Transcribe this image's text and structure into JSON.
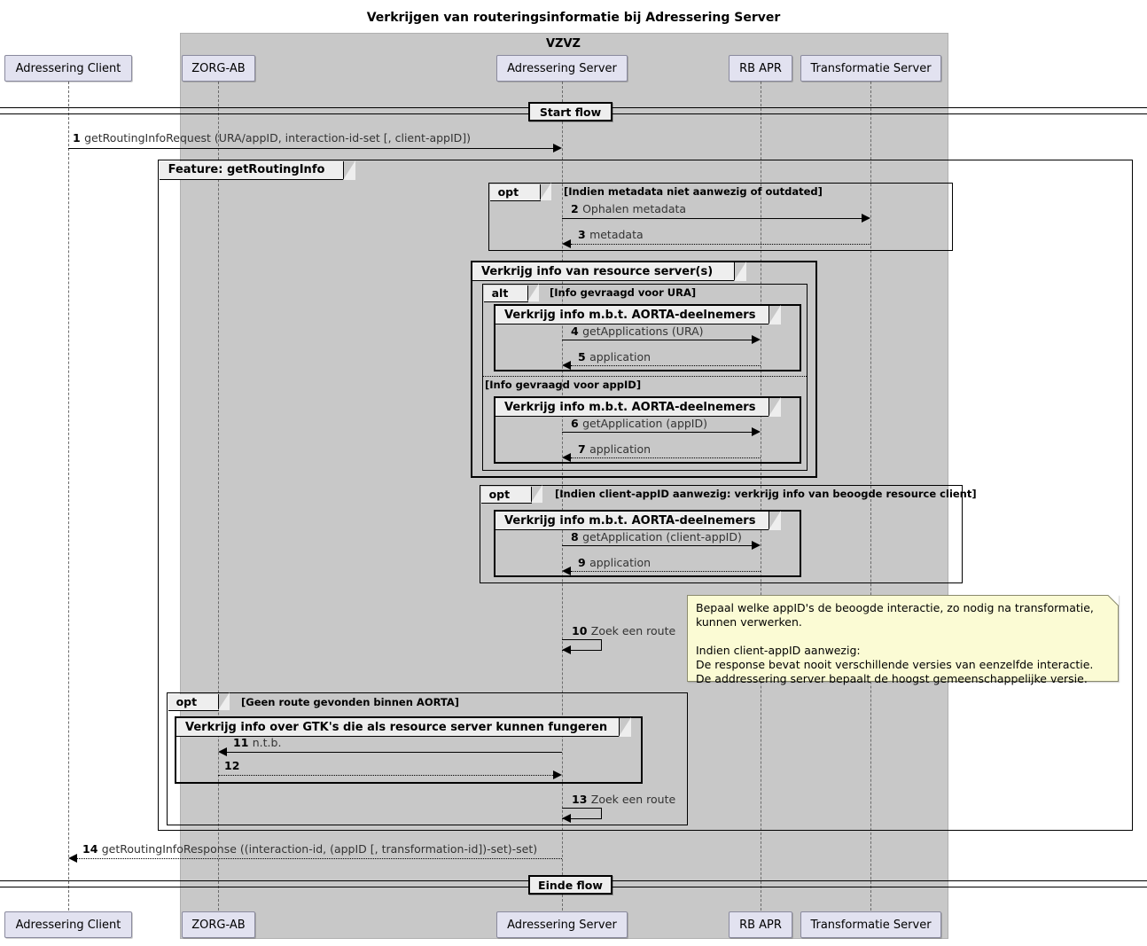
{
  "diagram": {
    "title": "Verkrijgen van routeringsinformatie bij Adressering Server",
    "type": "uml-sequence-diagram"
  },
  "group": {
    "label": "VZVZ"
  },
  "participants": [
    {
      "id": "client",
      "label": "Adressering Client"
    },
    {
      "id": "zorgab",
      "label": "ZORG-AB"
    },
    {
      "id": "adrserver",
      "label": "Adressering Server"
    },
    {
      "id": "rbapr",
      "label": "RB APR"
    },
    {
      "id": "transformatie",
      "label": "Transformatie Server"
    }
  ],
  "participants_footer": [
    {
      "id": "client",
      "label": "Adressering Client"
    },
    {
      "id": "zorgab",
      "label": "ZORG-AB"
    },
    {
      "id": "adrserver",
      "label": "Adressering Server"
    },
    {
      "id": "rbapr",
      "label": "RB APR"
    },
    {
      "id": "transformatie",
      "label": "Transformatie Server"
    }
  ],
  "dividers": {
    "start": "Start flow",
    "end": "Einde flow"
  },
  "fragments": {
    "feature": {
      "kind": "",
      "title": "Feature: getRoutingInfo"
    },
    "opt_metadata": {
      "kind": "opt",
      "guard": "[Indien metadata niet aanwezig of outdated]"
    },
    "ref_resource_servers": {
      "title": "Verkrijg info van resource server(s)"
    },
    "alt_info": {
      "kind": "alt",
      "guard": "[Info gevraagd voor URA]",
      "guard2": "[Info gevraagd voor appID]"
    },
    "ref_aorta_1": {
      "title": "Verkrijg info m.b.t. AORTA-deelnemers"
    },
    "ref_aorta_2": {
      "title": "Verkrijg info m.b.t. AORTA-deelnemers"
    },
    "opt_clientappid": {
      "kind": "opt",
      "guard": "[Indien client-appID aanwezig: verkrijg info van beoogde resource client]"
    },
    "ref_aorta_3": {
      "title": "Verkrijg info m.b.t. AORTA-deelnemers"
    },
    "opt_geenroute": {
      "kind": "opt",
      "guard": "[Geen route gevonden binnen AORTA]"
    },
    "ref_gtk": {
      "title": "Verkrijg info over GTK's die als resource server kunnen fungeren"
    }
  },
  "messages": [
    {
      "seq": "1",
      "text": "getRoutingInfoRequest (URA/appID, interaction-id-set [, client-appID])",
      "from": "client",
      "to": "adrserver",
      "style": "solid"
    },
    {
      "seq": "2",
      "text": "Ophalen metadata",
      "from": "adrserver",
      "to": "transformatie",
      "style": "solid"
    },
    {
      "seq": "3",
      "text": "metadata",
      "from": "transformatie",
      "to": "adrserver",
      "style": "dotted"
    },
    {
      "seq": "4",
      "text": "getApplications (URA)",
      "from": "adrserver",
      "to": "rbapr",
      "style": "solid"
    },
    {
      "seq": "5",
      "text": "application",
      "from": "rbapr",
      "to": "adrserver",
      "style": "dotted"
    },
    {
      "seq": "6",
      "text": "getApplication (appID)",
      "from": "adrserver",
      "to": "rbapr",
      "style": "solid"
    },
    {
      "seq": "7",
      "text": "application",
      "from": "rbapr",
      "to": "adrserver",
      "style": "dotted"
    },
    {
      "seq": "8",
      "text": "getApplication (client-appID)",
      "from": "adrserver",
      "to": "rbapr",
      "style": "solid"
    },
    {
      "seq": "9",
      "text": "application",
      "from": "rbapr",
      "to": "adrserver",
      "style": "dotted"
    },
    {
      "seq": "10",
      "text": "Zoek een route",
      "from": "adrserver",
      "to": "adrserver",
      "style": "self"
    },
    {
      "seq": "11",
      "text": "n.t.b.",
      "from": "adrserver",
      "to": "zorgab",
      "style": "solid"
    },
    {
      "seq": "12",
      "text": "",
      "from": "zorgab",
      "to": "adrserver",
      "style": "dotted"
    },
    {
      "seq": "13",
      "text": "Zoek een route",
      "from": "adrserver",
      "to": "adrserver",
      "style": "self"
    },
    {
      "seq": "14",
      "text": "getRoutingInfoResponse ((interaction-id, (appID [, transformation-id])-set)-set)",
      "from": "adrserver",
      "to": "client",
      "style": "dotted"
    }
  ],
  "note": {
    "text": "Bepaal welke appID's de beoogde interactie, zo nodig na transformatie,\nkunnen verwerken.\n\nIndien client-appID aanwezig:\nDe response bevat nooit verschillende versies van eenzelfde interactie.\nDe addressering server bepaalt de hoogst gemeenschappelijke versie."
  },
  "colors": {
    "group_fill": "#c8c8c8",
    "participant_fill": "#e2e2f0",
    "note_fill": "#fbfbd4",
    "fragment_tab_fill": "#eeeeee",
    "line": "#000000"
  }
}
